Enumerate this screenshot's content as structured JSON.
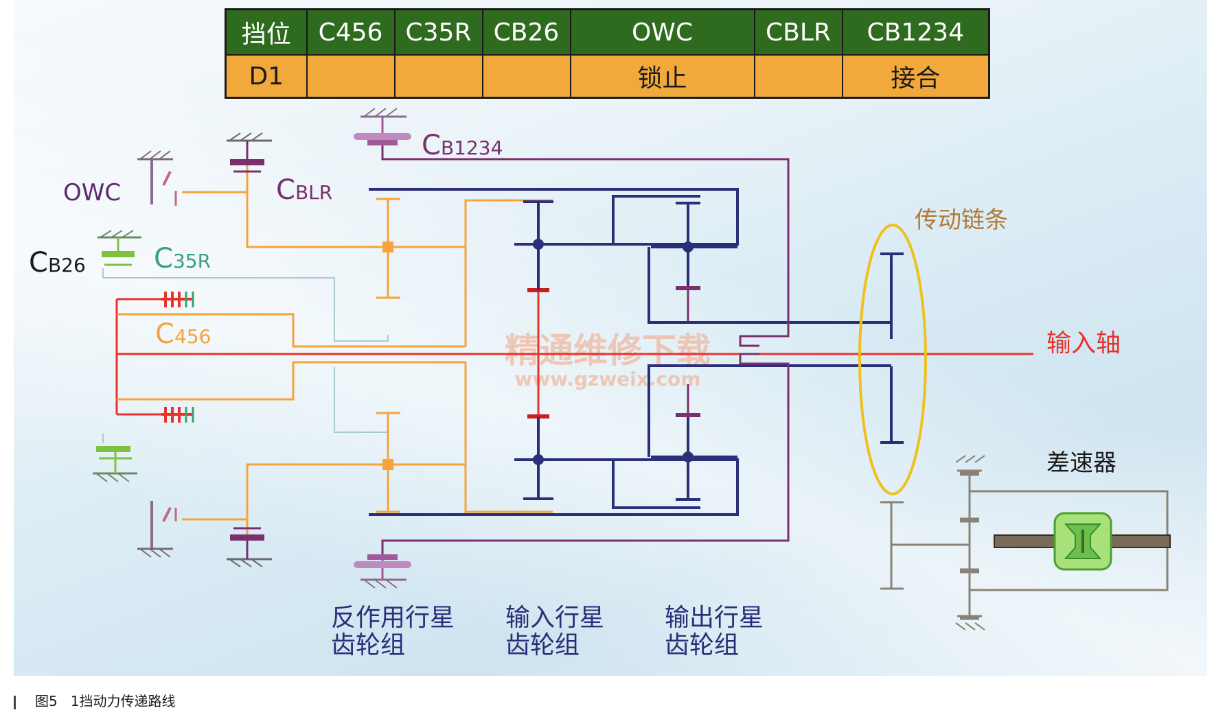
{
  "table": {
    "headers": [
      "挡位",
      "C456",
      "C35R",
      "CB26",
      "OWC",
      "CBLR",
      "CB1234"
    ],
    "row": [
      "D1",
      "",
      "",
      "",
      "锁止",
      "",
      "接合"
    ]
  },
  "labels": {
    "owc": "OWC",
    "cblr_c": "C",
    "cblr_sub": "BLR",
    "cb1234_c": "C",
    "cb1234_sub": "B1234",
    "cb26_c": "C",
    "cb26_sub": "B26",
    "c35r_c": "C",
    "c35r_sub": "35R",
    "c456_c": "C",
    "c456_sub": "456",
    "chain": "传动链条",
    "input_shaft": "输入轴",
    "differential": "差速器",
    "reaction_set_l1": "反作用行星",
    "reaction_set_l2": "齿轮组",
    "input_set_l1": "输入行星",
    "input_set_l2": "齿轮组",
    "output_set_l1": "输出行星",
    "output_set_l2": "齿轮组"
  },
  "watermark": {
    "line1": "精通维修下载",
    "line2": "www.gzweix.com"
  },
  "caption": {
    "fig": "图5",
    "text": "1挡动力传递路线"
  },
  "colors": {
    "orange": "#f5a33a",
    "red": "#e8332a",
    "navy": "#2a2f78",
    "purple": "#7a2f6e",
    "green": "#7ec23f",
    "teal": "#3a9f7a",
    "gray": "#8a8276",
    "chain": "#f0c020",
    "tbl_header": "#2f6b1e",
    "tbl_row": "#f2a93b"
  }
}
